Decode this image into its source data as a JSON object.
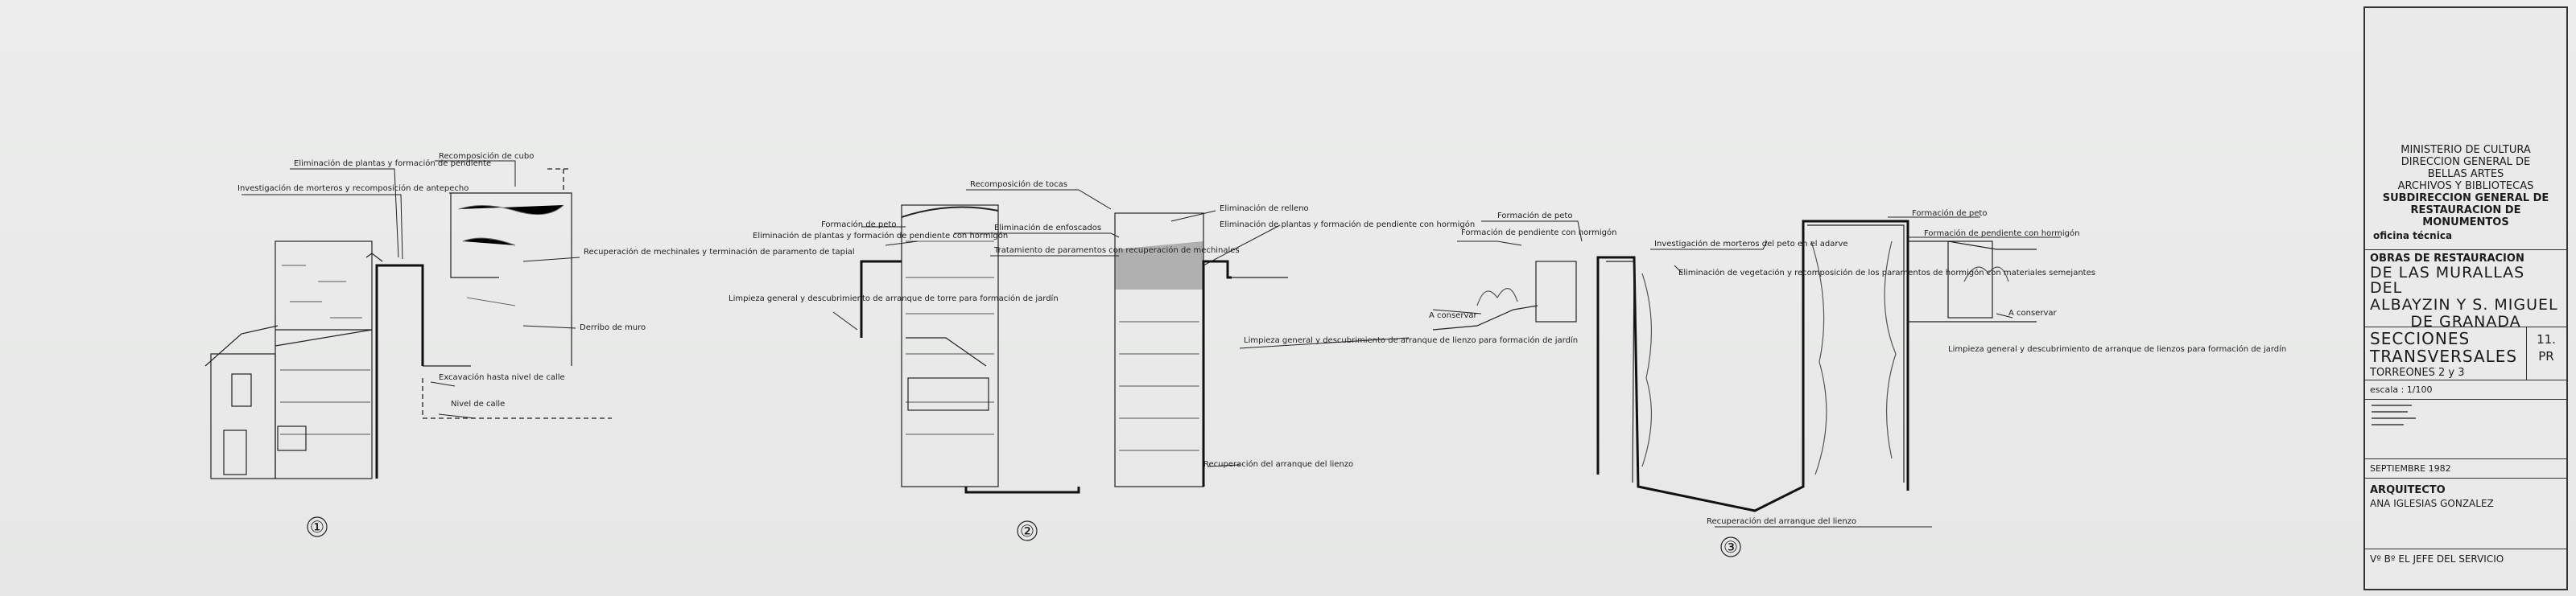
{
  "titleblock": {
    "ministry": [
      "MINISTERIO DE CULTURA",
      "DIRECCION GENERAL DE",
      "BELLAS ARTES",
      "ARCHIVOS Y BIBLIOTECAS"
    ],
    "subdirection": [
      "SUBDIRECCION GENERAL DE",
      "RESTAURACION DE",
      "MONUMENTOS"
    ],
    "office": "oficina técnica",
    "project": [
      "OBRAS DE RESTAURACION",
      "DE LAS MURALLAS DEL",
      "ALBAYZIN Y S. MIGUEL",
      "DE GRANADA"
    ],
    "sheet_title": [
      "SECCIONES",
      "TRANSVERSALES"
    ],
    "subtitle": "TORREONES 2 y 3",
    "scale": "escala : 1/100",
    "sheet_number": [
      "11.",
      "PR"
    ],
    "date": "SEPTIEMBRE 1982",
    "architect_label": "ARQUITECTO",
    "architect_name": "ANA IGLESIAS GONZALEZ",
    "approval": "Vº Bº EL JEFE DEL SERVICIO"
  },
  "sections": [
    {
      "number": "①",
      "annotations": [
        "Eliminación de plantas y formación de pendiente",
        "Investigación de morteros y recomposición de antepecho",
        "Recomposición de cubo",
        "Recuperación de mechinales y terminación de paramento de tapial",
        "Derribo de muro",
        "Excavación hasta nivel de calle",
        "Nivel de calle"
      ]
    },
    {
      "number": "②",
      "annotations": [
        "Recomposición de tocas",
        "Formación de peto",
        "Eliminación de plantas y formación de pendiente con hormigón",
        "Eliminación de enfoscados",
        "Tratamiento de paramentos con recuperación de mechinales",
        "Limpieza general y descubrimiento de arranque de torre para formación de jardín",
        "Eliminación de relleno",
        "Eliminación de plantas y formación de pendiente con hormigón",
        "Limpieza general y descubrimiento de arranque de lienzo para formación de jardín",
        "Recuperación del arranque del lienzo"
      ]
    },
    {
      "number": "③",
      "annotations": [
        "Formación de peto",
        "Formación de pendiente con hormigón",
        "A conservar",
        "Investigación de morteros del peto en el adarve",
        "Eliminación de vegetación y recomposición de los paramentos de hormigón con materiales semejantes",
        "Formación de peto",
        "Formación de pendiente con hormigón",
        "A conservar",
        "Limpieza general y descubrimiento de arranque de lienzos para formación de jardín",
        "Recuperación del arranque del lienzo"
      ]
    }
  ]
}
